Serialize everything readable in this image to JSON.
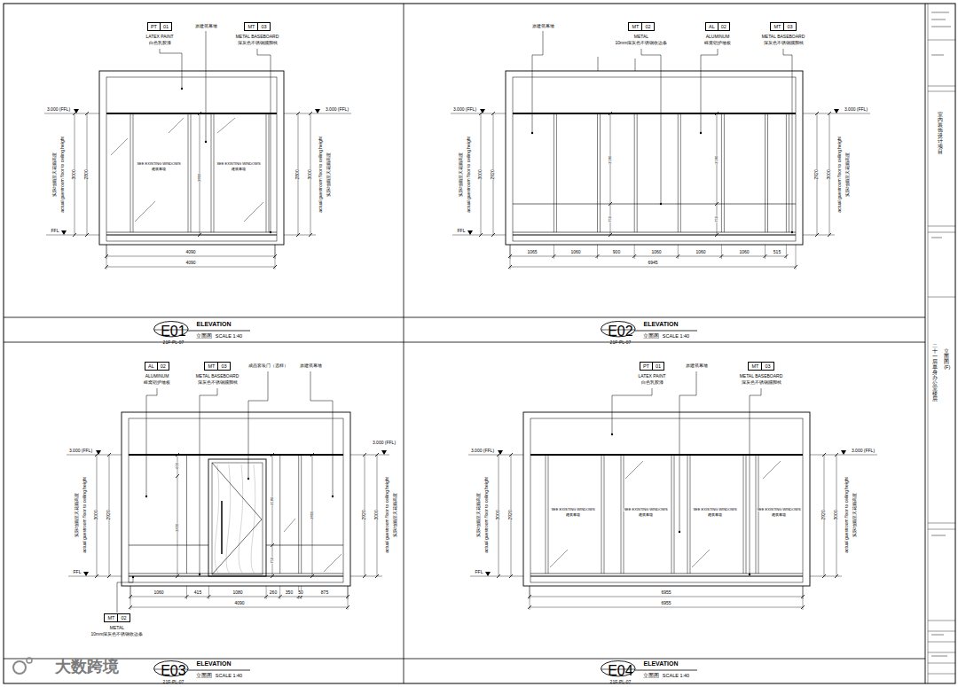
{
  "diagram": {
    "nodes": [
      {
        "text": [
          "PT",
          "01"
        ]
      },
      {
        "text": [
          "MT",
          "03"
        ]
      },
      {
        "text": [
          "MT",
          "02"
        ]
      },
      {
        "text": [
          "AL",
          "02"
        ]
      },
      {
        "text": [
          "MT",
          "03"
        ]
      },
      {
        "text": [
          "E01",
          "21F-PL-07"
        ]
      },
      {
        "text": [
          "E02",
          "21F-PL-07"
        ]
      },
      {
        "text": [
          "AL",
          "02"
        ]
      },
      {
        "text": [
          "MT",
          "03"
        ]
      },
      {
        "text": [
          "PT",
          "01"
        ]
      },
      {
        "text": [
          "MT",
          "03"
        ]
      },
      {
        "text": [
          "MT",
          "02"
        ]
      },
      {
        "text": [
          "E03",
          "21F-PL-07"
        ]
      },
      {
        "text": [
          "E04",
          "21F-PL-07"
        ]
      }
    ],
    "labels": [
      "LATEX PAINT",
      "白色乳胶漆",
      "原建筑幕墙",
      "METAL BASEBOARD",
      "深灰色不锈钢踢脚线",
      "3.000 (FFL)",
      "FFL",
      "实际地面至天花面高度",
      "actual guestroom floor to ceiling height",
      "3000",
      "2800",
      "2800",
      "3000",
      "actual guestroom floor to ceiling height",
      "实际地面至天花面高度",
      "3.000 (FFL)",
      "SEE EXISTING WINDOWS",
      "建筑幕墙",
      "SEE EXISTING WINDOWS",
      "建筑幕墙",
      "2800",
      "4090",
      "4090",
      "原建筑幕墙",
      "METAL",
      "10mm深灰色不锈钢收边条",
      "ALUMINUM",
      "蜂窝铝护墙板",
      "METAL BASEBOARD",
      "深灰色不锈钢踢脚线",
      "3.000 (FFL)",
      "FFL",
      "实际地面至天花面高度",
      "actual guestroom floor to ceiling height",
      "3000",
      "2920",
      "2920",
      "3000",
      "actual guestroom floor to ceiling height",
      "实际地面至天花面高度",
      "3.000 (FFL)",
      "2180",
      "750",
      "2180",
      "750",
      "1065",
      "1060",
      "900",
      "1060",
      "1060",
      "1060",
      "515",
      "6945",
      "ALUMINUM",
      "蜂窝铝护墙板",
      "METAL BASEBOARD",
      "深灰色不锈钢踢脚线",
      "成品套装门（选样）",
      "原建筑幕墙",
      "3.000 (FFL)",
      "FFL",
      "实际地面至天花面高度",
      "actual guestroom floor to ceiling height",
      "3000",
      "2920",
      "2920",
      "3000",
      "actual guestroom floor to ceiling height",
      "实际地面至天花面高度",
      "3.000 (FFL)",
      "600",
      "2430",
      "2180",
      "750",
      "2800",
      "1060",
      "415",
      "1080",
      "260",
      "350",
      "50",
      "875",
      "4090",
      "METAL",
      "10mm深灰色不锈钢收边条",
      "LATEX PAINT",
      "白色乳胶漆",
      "原建筑幕墙",
      "METAL BASEBOARD",
      "深灰色不锈钢踢脚线",
      "3.000 (FFL)",
      "FFL",
      "实际地面至天花面高度",
      "actual guestroom floor to ceiling height",
      "3000",
      "2920",
      "2920",
      "3000",
      "actual guestroom floor to ceiling height",
      "实际地面至天花面高度",
      "3.000 (FFL)",
      "SEE EXISTING WINDOWS",
      "建筑幕墙",
      "SEE EXISTING WINDOWS",
      "建筑幕墙",
      "SEE EXISTING WINDOWS",
      "建筑幕墙",
      "SEE EXISTING WINDOWS",
      "建筑幕墙",
      "6955",
      "6955",
      "ELEVATION",
      "立面图",
      "SCALE 1:40",
      "ELEVATION",
      "立面图",
      "SCALE 1:40",
      "ELEVATION",
      "立面图",
      "SCALE 1:40",
      "ELEVATION",
      "立面图",
      "SCALE 1:40",
      "室内装饰设计项目",
      "二十一层单身办公室楼层",
      "立面图(F)",
      "大数跨境"
    ]
  }
}
